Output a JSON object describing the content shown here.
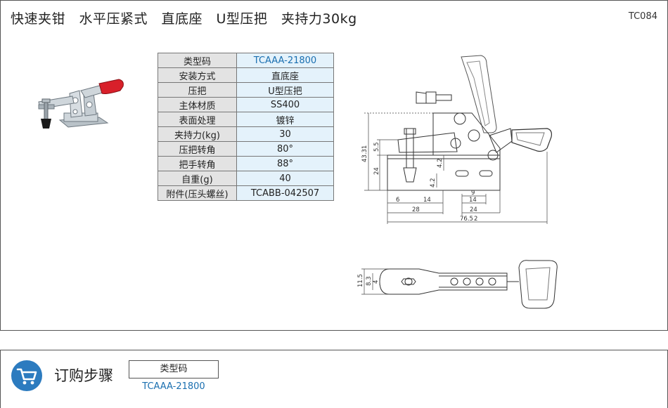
{
  "header": {
    "title": "快速夹钳　水平压紧式　直底座　U型压把　夹持力30kg",
    "code": "TC084"
  },
  "specs": [
    {
      "label": "类型码",
      "value": "TCAAA-21800",
      "accent": true
    },
    {
      "label": "安装方式",
      "value": "直底座"
    },
    {
      "label": "压把",
      "value": "U型压把"
    },
    {
      "label": "主体材质",
      "value": "SS400"
    },
    {
      "label": "表面处理",
      "value": "镀锌"
    },
    {
      "label": "夹持力(kg)",
      "value": "30"
    },
    {
      "label": "压把转角",
      "value": "80°"
    },
    {
      "label": "把手转角",
      "value": "88°"
    },
    {
      "label": "自重(g)",
      "value": "40"
    },
    {
      "label": "附件(压头螺丝)",
      "value": "TCABB-042507"
    }
  ],
  "dimensions": {
    "h_total": "43.31",
    "h_upper": "5.5",
    "h_base": "24",
    "hole_v1": "4.2",
    "hole_v2": "4.2",
    "w_6": "6",
    "w_14a": "14",
    "w_9": "9",
    "w_14b": "14",
    "w_28": "28",
    "w_24": "24",
    "w_total": "76.5",
    "w_2": "2",
    "top_11_5": "11.5",
    "top_8_3": "8.3",
    "top_4": "4"
  },
  "order": {
    "title": "订购步骤",
    "type_label": "类型码",
    "type_value": "TCAAA-21800"
  },
  "colors": {
    "accent_blue": "#1a6fb0",
    "cart_blue": "#2c7bbf",
    "key_bg": "#e3e3e3",
    "value_bg": "#e4f2fb",
    "handle_red": "#d8202a"
  }
}
